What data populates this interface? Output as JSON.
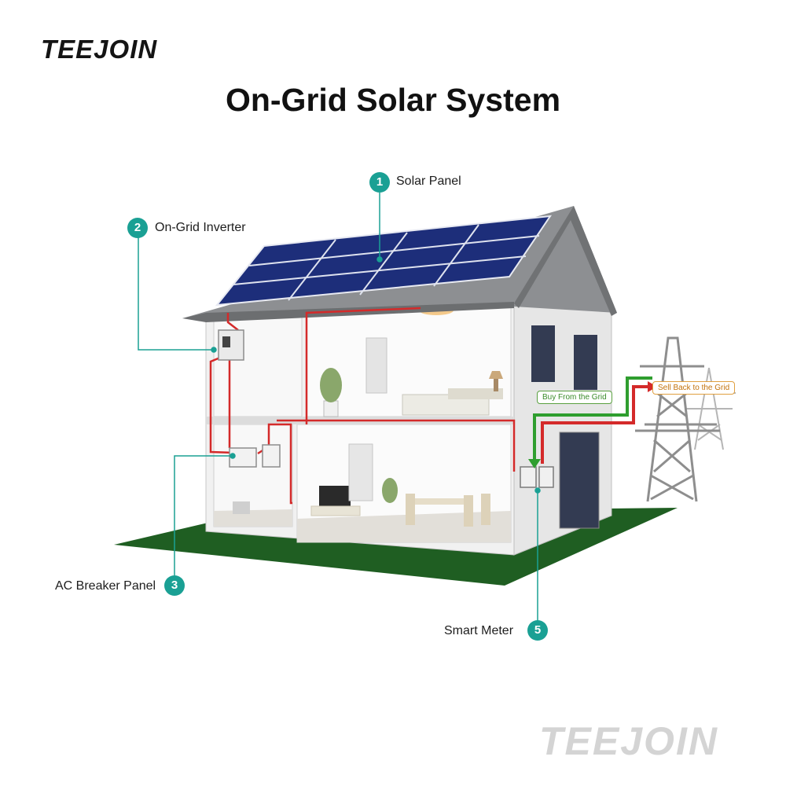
{
  "brand": {
    "logo": "TEEJOIN",
    "watermark": "TEEJOIN"
  },
  "title": "On-Grid Solar System",
  "components": [
    {
      "number": "1",
      "label": "Solar Panel"
    },
    {
      "number": "2",
      "label": "On-Grid Inverter"
    },
    {
      "number": "3",
      "label": "AC Breaker Panel"
    },
    {
      "number": "5",
      "label": "Smart Meter"
    }
  ],
  "grid_flow": {
    "buy": "Buy From the Grid",
    "sell": "Sell Back to the Grid"
  },
  "colors": {
    "accent": "#1aa094",
    "wire": "#d42a2a",
    "buy_arrow": "#2f9e2f",
    "sell_arrow": "#d42a2a",
    "lawn": "#1f5e22"
  }
}
